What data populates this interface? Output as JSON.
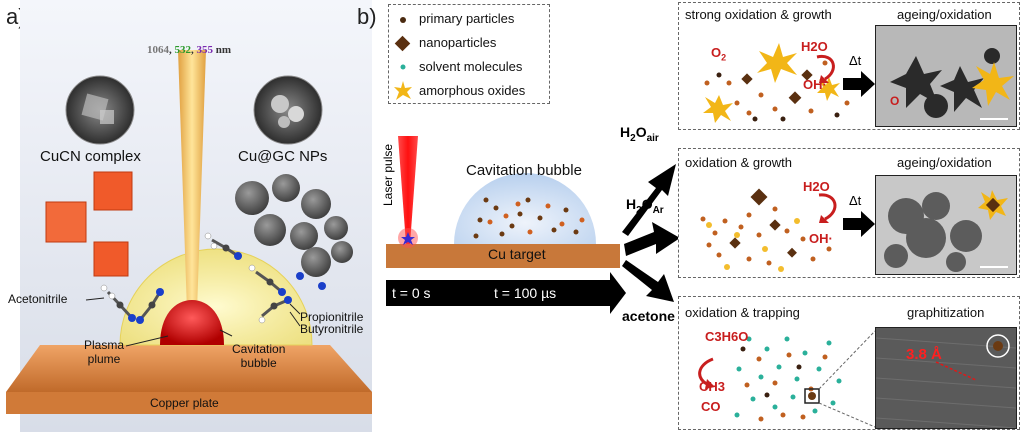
{
  "panel_a": {
    "label": "a)",
    "wavelengths": {
      "w1": "1064",
      "w2": "532",
      "w3": "355",
      "unit": "nm"
    },
    "cucn_label": "CuCN complex",
    "cugc_label": "Cu@GC NPs",
    "acetonitrile": "Acetonitrile",
    "propionitrile": "Propionitrile",
    "butyronitrile": "Butyronitrile",
    "plasma": "Plasma\nplume",
    "cavitation": "Cavitation\nbubble",
    "plate": "Copper plate"
  },
  "panel_b": {
    "label": "b)",
    "legend": [
      {
        "text": "primary particles",
        "icon": "dot"
      },
      {
        "text": "nanoparticles",
        "icon": "diamond"
      },
      {
        "text": "solvent molecules",
        "icon": "teal-dot"
      },
      {
        "text": "amorphous oxides",
        "icon": "star"
      }
    ],
    "laser_pulse": "Laser pulse",
    "cavitation_bubble": "Cavitation bubble",
    "target": "Cu target",
    "t0": "t = 0 s",
    "t100": "t = 100 µs",
    "branch_air": {
      "base": "H",
      "sub1": "2",
      "mid": "O",
      "sub2": "air"
    },
    "branch_ar": {
      "base": "H",
      "sub1": "2",
      "mid": "O",
      "sub2": "Ar"
    },
    "branch_acetone": "acetone",
    "box1": {
      "title": "strong oxidation & growth",
      "o2": "O",
      "o2sub": "2",
      "h2o": "H2O",
      "oh": "OH·"
    },
    "box2": {
      "title": "oxidation & growth",
      "h2o": "H2O",
      "oh": "OH·"
    },
    "box3": {
      "title": "oxidation & trapping",
      "c3h6o": "C3H6O",
      "ch3": "CH3",
      "co": "CO"
    },
    "delta_t": "Δt",
    "ageing": "ageing/oxidation",
    "graphitization": "graphitization",
    "spacing": "3.8 Å",
    "o2_tem": "O"
  },
  "colors": {
    "copper": "#c8783a",
    "laser": "#e8a84a",
    "bubble": "#f7f0a0",
    "plasma": "#e01010",
    "accent_red": "#c81e1e",
    "teal": "#2ab09a",
    "np_brown": "#6b3a12",
    "oxide": "#f2b617"
  }
}
